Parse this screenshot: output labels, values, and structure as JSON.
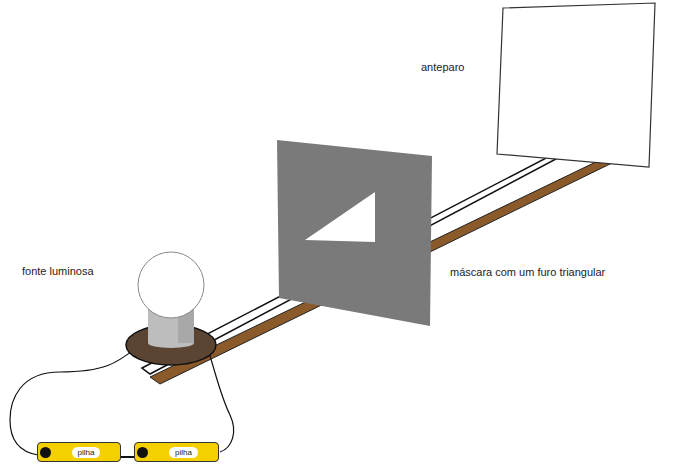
{
  "diagram": {
    "nodes": [
      {
        "text": [
          "anteparo"
        ]
      },
      {
        "text": [
          "pilha"
        ]
      },
      {
        "text": [
          "pilha"
        ]
      }
    ],
    "edges": [
      {
        "from": 1,
        "to": 2,
        "arrow": "none"
      }
    ],
    "labels": [
      "máscara com um furo triangular",
      "fonte luminosa"
    ]
  }
}
